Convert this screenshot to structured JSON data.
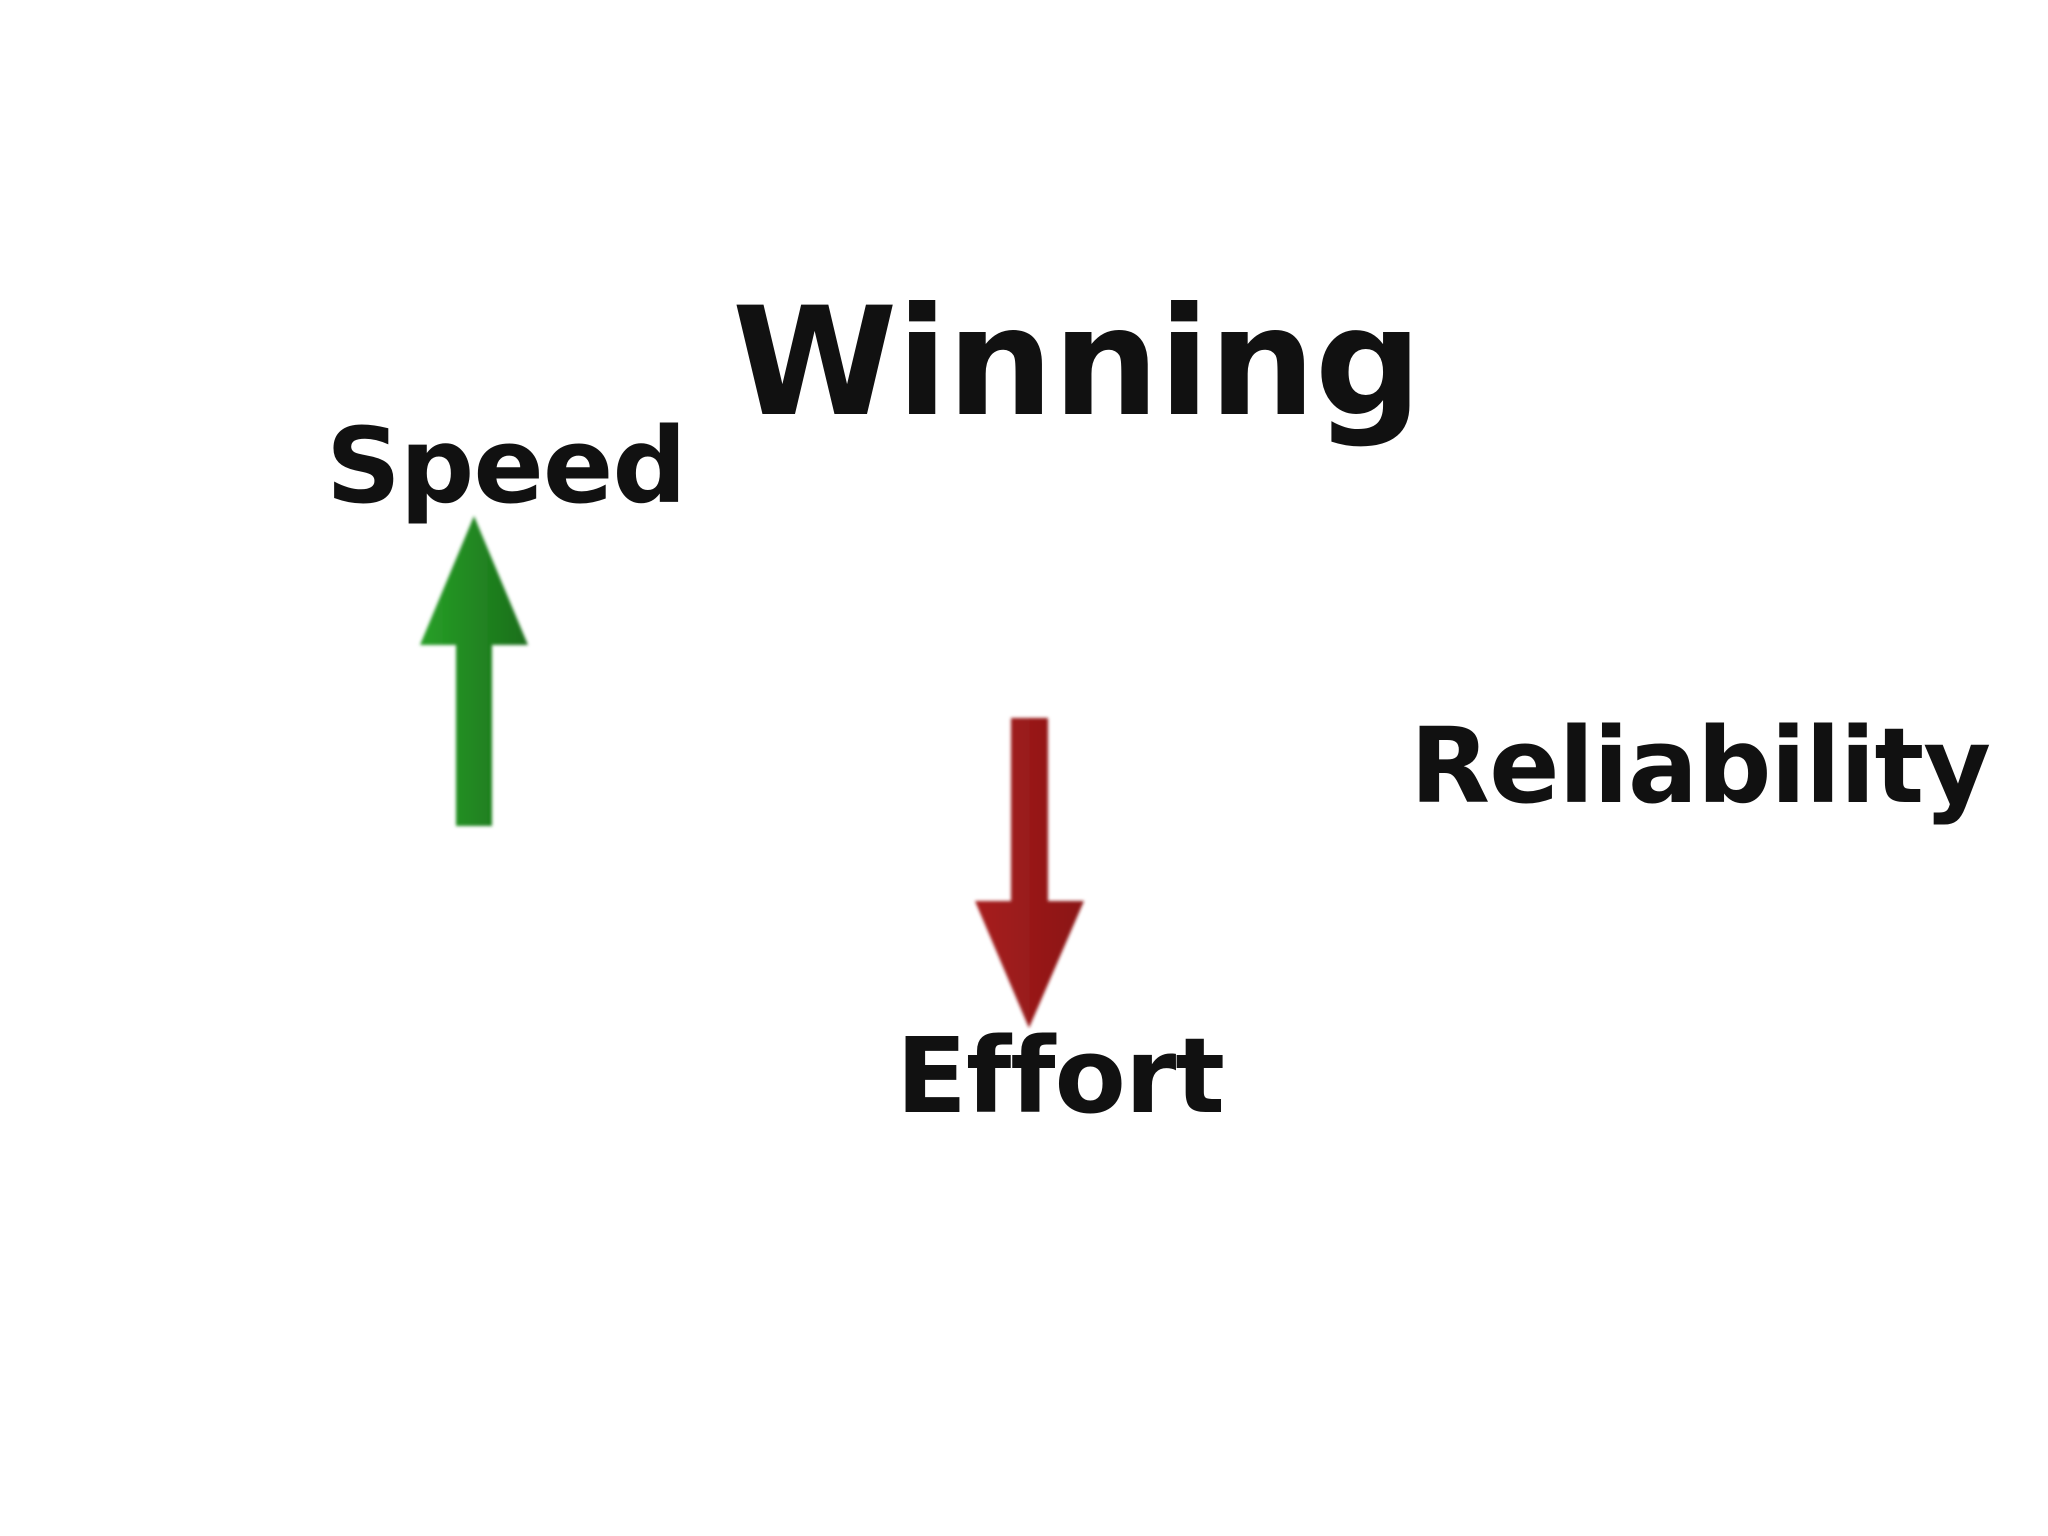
{
  "diagram": {
    "title": "Winning",
    "factors": [
      {
        "label": "Speed",
        "direction": "up",
        "color": "#1f8a1f",
        "icon": "up-arrow-icon"
      },
      {
        "label": "Reliability",
        "direction": "none"
      },
      {
        "label": "Effort",
        "direction": "down",
        "color": "#9b1b1b",
        "icon": "down-arrow-icon"
      }
    ]
  }
}
